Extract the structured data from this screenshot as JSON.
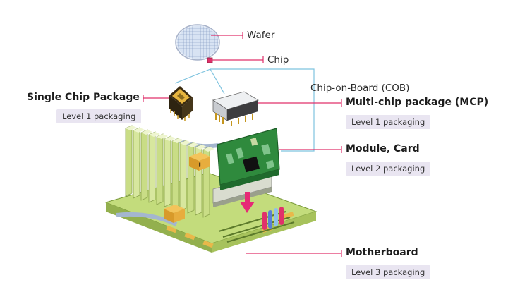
{
  "labels": {
    "wafer": "Wafer",
    "chip": "Chip",
    "cob": "Chip-on-Board (COB)",
    "single_chip_package": "Single Chip Package",
    "multi_chip_package": "Multi-chip package (MCP)",
    "module_card": "Module, Card",
    "motherboard": "Motherboard"
  },
  "badges": {
    "single_chip": "Level 1 packaging",
    "mcp": "Level 1 packaging",
    "module": "Level 2 packaging",
    "motherboard": "Level 3 packaging"
  },
  "colors": {
    "leader_line": "#e0306b",
    "connector_line": "#7ec3df",
    "board_green": "#c3dc7c",
    "pcb_green": "#2f8a3d",
    "badge_bg": "#e9e5f1",
    "arrow": "#e62a76"
  }
}
